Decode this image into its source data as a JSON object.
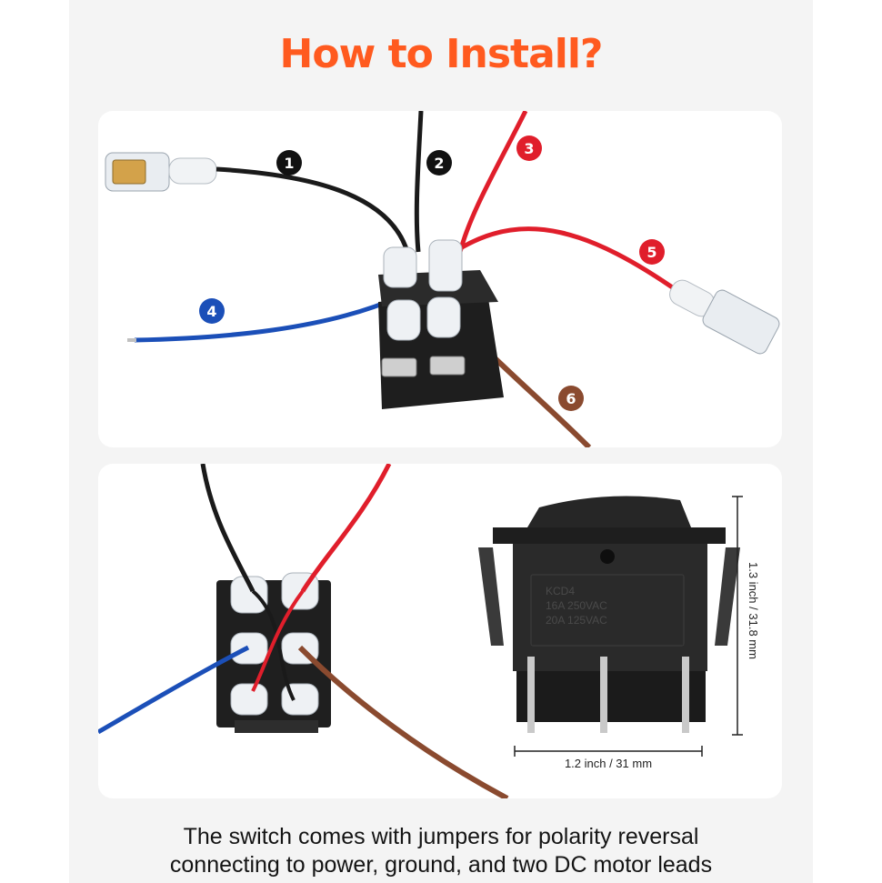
{
  "title": "How to Install?",
  "colors": {
    "title": "#ff5a1f",
    "black_wire": "#1a1a1a",
    "red_wire": "#e01e2b",
    "blue_wire": "#1b4fb8",
    "brown_wire": "#8a4a2f"
  },
  "wire_labels": [
    "1",
    "2",
    "3",
    "4",
    "5",
    "6"
  ],
  "switch_markings": [
    "KCD4",
    "16A 250VAC",
    "20A 125VAC"
  ],
  "dimensions": {
    "height": "1.3 inch / 31.8 mm",
    "width": "1.2 inch / 31 mm"
  },
  "caption": {
    "line1": "The switch comes with jumpers for polarity reversal",
    "line2": "connecting to power, ground, and two DC motor leads"
  }
}
